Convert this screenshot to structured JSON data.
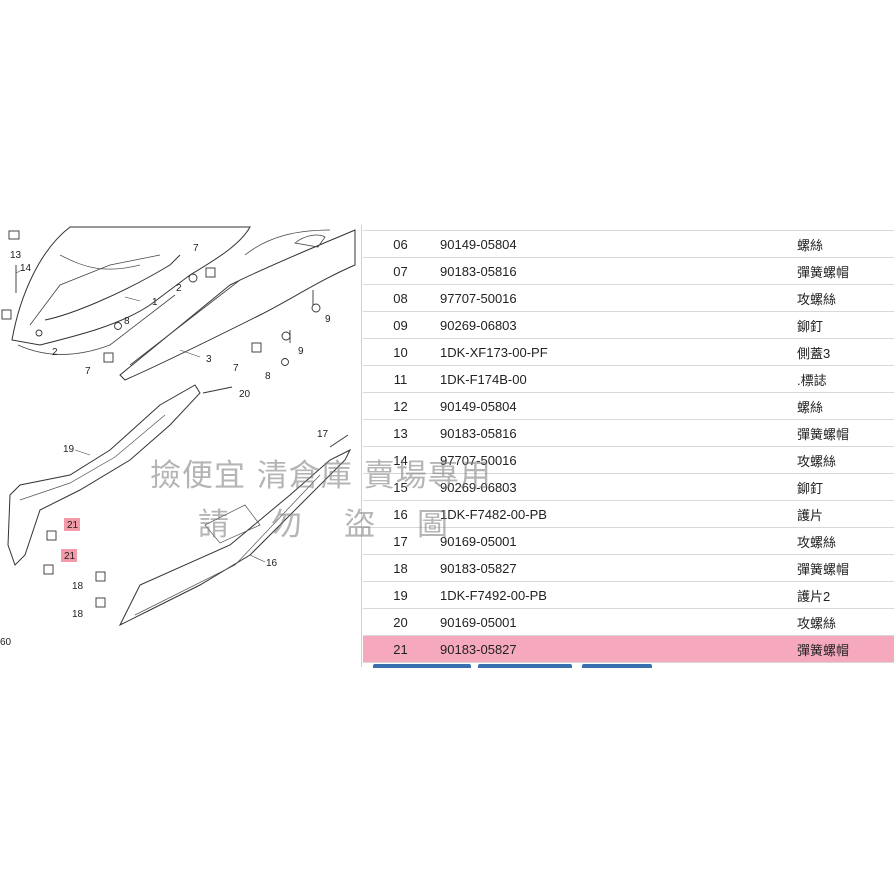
{
  "diagram": {
    "callouts": {
      "c13": "13",
      "c14": "14",
      "c7a": "7",
      "c2a": "2",
      "c1": "1",
      "c9a": "9",
      "c8a": "8",
      "c2b": "2",
      "c7b": "7",
      "c9b": "9",
      "c3": "3",
      "c7c": "7",
      "c8b": "8",
      "c20": "20",
      "c19": "19",
      "c17": "17",
      "c21a": "21",
      "c21b": "21",
      "c16": "16",
      "c18a": "18",
      "c18b": "18",
      "c60": "60"
    },
    "highlight_color": "#f6a9bd"
  },
  "parts_table": {
    "rows": [
      {
        "no": "06",
        "part": "90149-05804",
        "name": "螺絲"
      },
      {
        "no": "07",
        "part": "90183-05816",
        "name": "彈簧螺帽"
      },
      {
        "no": "08",
        "part": "97707-50016",
        "name": "攻螺絲"
      },
      {
        "no": "09",
        "part": "90269-06803",
        "name": "鉚釘"
      },
      {
        "no": "10",
        "part": "1DK-XF173-00-PF",
        "name": "側蓋3"
      },
      {
        "no": "11",
        "part": "1DK-F174B-00",
        "name": ".標誌"
      },
      {
        "no": "12",
        "part": "90149-05804",
        "name": "螺絲"
      },
      {
        "no": "13",
        "part": "90183-05816",
        "name": "彈簧螺帽"
      },
      {
        "no": "14",
        "part": "97707-50016",
        "name": "攻螺絲"
      },
      {
        "no": "15",
        "part": "90269-06803",
        "name": "鉚釘"
      },
      {
        "no": "16",
        "part": "1DK-F7482-00-PB",
        "name": "護片"
      },
      {
        "no": "17",
        "part": "90169-05001",
        "name": "攻螺絲"
      },
      {
        "no": "18",
        "part": "90183-05827",
        "name": "彈簧螺帽"
      },
      {
        "no": "19",
        "part": "1DK-F7492-00-PB",
        "name": "護片2"
      },
      {
        "no": "20",
        "part": "90169-05001",
        "name": "攻螺絲"
      },
      {
        "no": "21",
        "part": "90183-05827",
        "name": "彈簧螺帽",
        "selected": true
      }
    ]
  },
  "watermark": {
    "line1": "撿便宜 清倉庫 賣場專用",
    "line2": "請勿盜圖"
  }
}
